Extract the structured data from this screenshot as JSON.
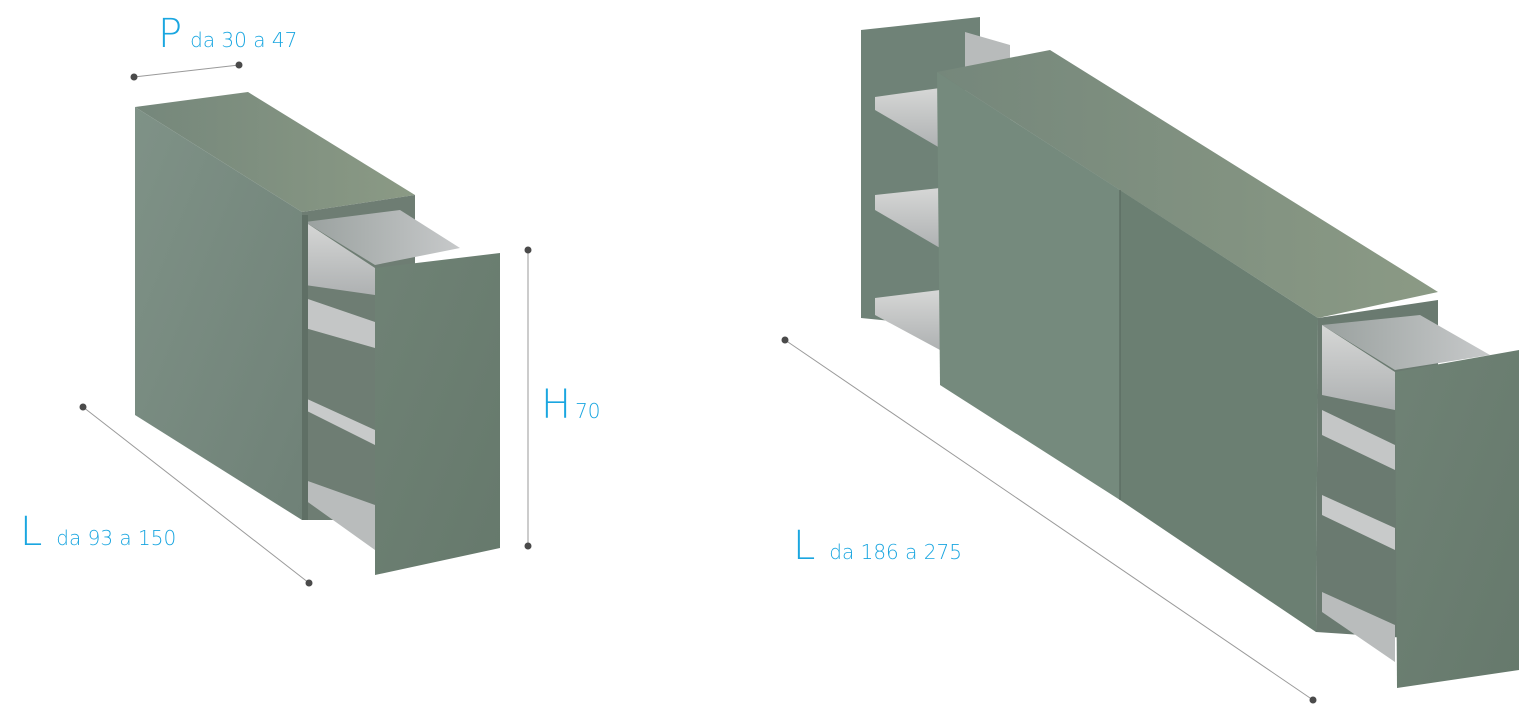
{
  "colors": {
    "accent": "#1aa6e0",
    "cabinet": "#7a8c7f",
    "shelf": "#c9cbcc",
    "dimension_line": "#9a9a9a",
    "dimension_dot": "#4a4a4a"
  },
  "small_unit": {
    "depth": {
      "letter": "P",
      "range": "da 30 a 47"
    },
    "height": {
      "letter": "H",
      "range": "70"
    },
    "length": {
      "letter": "L",
      "range": "da 93 a 150"
    }
  },
  "large_unit": {
    "length": {
      "letter": "L",
      "range": "da 186 a 275"
    }
  }
}
